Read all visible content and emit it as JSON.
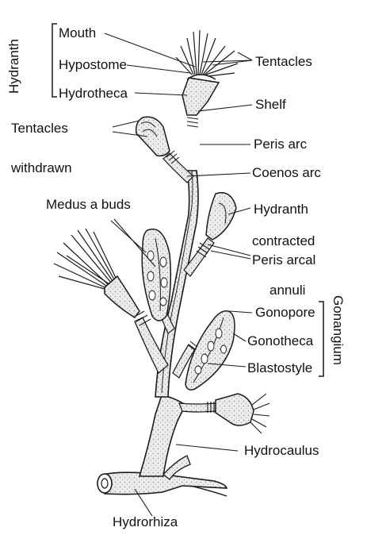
{
  "labels": {
    "mouth": "Mouth",
    "hypostome": "Hypostome",
    "hydrotheca": "Hydrotheca",
    "hydranth_group": "Hydranth",
    "tentacles_top": "Tentacles",
    "shelf": "Shelf",
    "tentacles_withdrawn_1": "Tentacles",
    "tentacles_withdrawn_2": "withdrawn",
    "perisarc": "Peris arc",
    "coenosarc": "Coenos arc",
    "medusa_buds": "Medus a buds",
    "hydranth": "Hydranth",
    "contracted": "contracted",
    "perisarcal": "Peris arcal",
    "annuli": "annuli",
    "gonopore": "Gonopore",
    "gonotheca": "Gonotheca",
    "blastostyle": "Blastostyle",
    "gonangium_group": "Gonangium",
    "hydrocaulus": "Hydrocaulus",
    "hydrorhiza": "Hydrorhiza"
  },
  "colors": {
    "ink": "#111111",
    "stem_fill": "#e4e4e4",
    "line": "#1a1a1a"
  }
}
